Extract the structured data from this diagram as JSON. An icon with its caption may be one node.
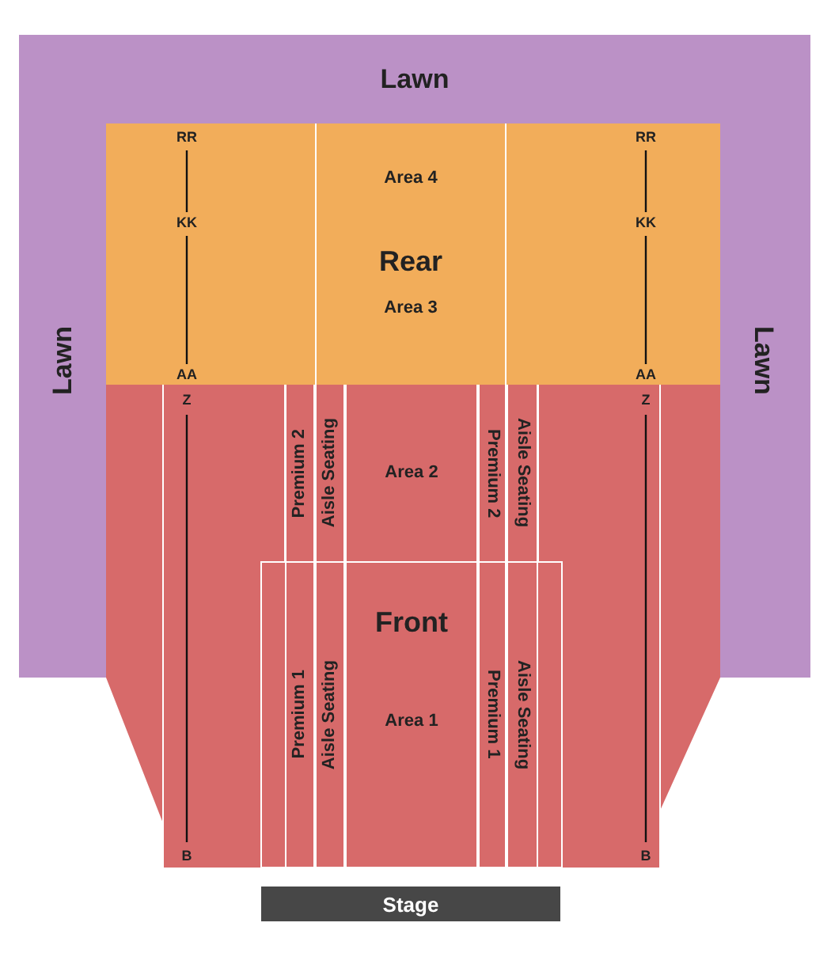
{
  "diagram": {
    "nodes": [
      {
        "text": [
          "Lawn",
          "Lawn",
          "Lawn"
        ]
      },
      {
        "text": [],
        "shape": "box"
      },
      {
        "text": [
          "Area 4"
        ],
        "in": 1
      },
      {
        "text": [
          "Rear",
          "Area 3"
        ],
        "in": 1
      },
      {
        "text": [],
        "shape": "box"
      },
      {
        "text": [
          "Premium 2"
        ],
        "in": 4
      },
      {
        "text": [
          "Aisle Seating"
        ],
        "in": 4
      },
      {
        "text": [
          "Area 2"
        ],
        "in": 4
      },
      {
        "text": [
          "Premium 2"
        ],
        "in": 4
      },
      {
        "text": [
          "Aisle Seating"
        ],
        "in": 4
      },
      {
        "text": [],
        "shape": "box",
        "in": 4
      },
      {
        "text": [
          "Premium 1"
        ],
        "in": 10
      },
      {
        "text": [
          "Aisle Seating"
        ],
        "in": 10
      },
      {
        "text": [
          "Front",
          "Area 1"
        ],
        "in": 10
      },
      {
        "text": [
          "Premium 1"
        ],
        "in": 10
      },
      {
        "text": [
          "Aisle Seating"
        ],
        "in": 10
      },
      {
        "text": [
          "Stage"
        ]
      }
    ],
    "edges": [],
    "labels": [
      "RR",
      "RR",
      "KK",
      "KK",
      "AA",
      "AA",
      "Z",
      "Z",
      "B",
      "B"
    ]
  }
}
